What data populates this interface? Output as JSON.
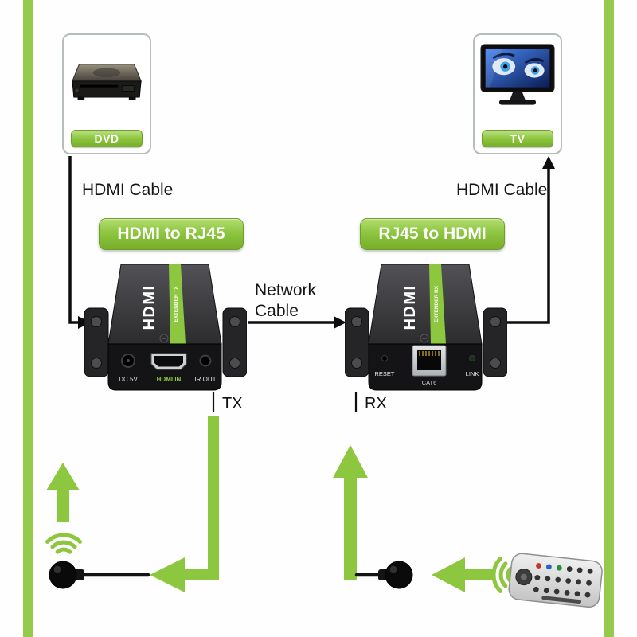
{
  "palette": {
    "accent_green": "#8dc63f",
    "accent_green_dark": "#77ad2b",
    "accent_green_light": "#b6dc7c",
    "line_black": "#0d0d0d",
    "device_black": "#141416"
  },
  "source_devices": {
    "dvd": {
      "label": "DVD"
    },
    "tv": {
      "label": "TV"
    }
  },
  "converter_buttons": {
    "left": "HDMI to RJ45",
    "right": "RJ45 to HDMI"
  },
  "labels": {
    "hdmi_cable_left": "HDMI Cable",
    "hdmi_cable_right": "HDMI Cable",
    "network_cable_line1": "Network",
    "network_cable_line2": "Cable",
    "tx": "TX",
    "rx": "RX"
  },
  "extenders": {
    "tx": {
      "brand": "HDMI",
      "stripe": "EXTENDER TX",
      "port_power": "DC 5V",
      "port_hdmi": "HDMI IN",
      "port_ir": "IR OUT"
    },
    "rx": {
      "brand": "HDMI",
      "stripe": "EXTENDER RX",
      "port_reset": "RESET",
      "port_cat": "CAT6",
      "port_link": "LINK"
    }
  },
  "icons": {
    "ir_signal_waves": "concentric-arcs",
    "ir_emitter": "black-dome-plug",
    "ir_receiver": "black-dome-plug",
    "remote_control": "handheld-remote",
    "up_arrow": "green-triangle-up",
    "left_arrow": "green-triangle-left",
    "right_arrow": "black-triangle-right"
  }
}
